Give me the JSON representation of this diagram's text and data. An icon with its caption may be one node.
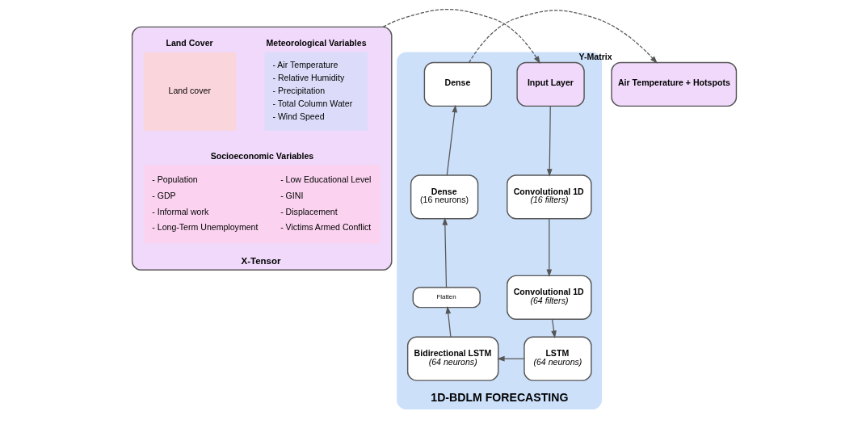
{
  "diagram": {
    "nodes": [
      {
        "text": [
          "X-Tensor"
        ]
      },
      {
        "text": [
          "Meteorological Variables",
          "- Air Temperature",
          "- Relative Humidity",
          "- Precipitation",
          "- Total Column Water",
          "- Wind Speed"
        ],
        "in": 0
      },
      {
        "text": [
          "Land Cover",
          "Land cover"
        ],
        "in": 0
      },
      {
        "text": [
          "Socioeconomic Variables",
          "- Population",
          "- GDP",
          "- Informal work",
          "- Long-Term Unemployment",
          "- Low Educational Level",
          "- GINI",
          "- Displacement",
          "- Victims Armed Conflict"
        ],
        "in": 0
      },
      {
        "text": [
          "1D-BDLM FORECASTING"
        ]
      },
      {
        "text": [
          "Input Layer"
        ],
        "in": 4
      },
      {
        "text": [
          "Convolutional 1D",
          "(16 filters)"
        ],
        "in": 4
      },
      {
        "text": [
          "Convolutional 1D",
          "(64 filters)"
        ],
        "in": 4
      },
      {
        "text": [
          "LSTM",
          "(64 neurons)"
        ],
        "in": 4
      },
      {
        "text": [
          "Bidirectional LSTM",
          "(64 neurons)"
        ],
        "in": 4
      },
      {
        "text": [
          "Flatten"
        ],
        "in": 4
      },
      {
        "text": [
          "Dense",
          "(16 neurons)"
        ],
        "in": 4
      },
      {
        "text": [
          "Dense"
        ],
        "in": 4
      },
      {
        "text": [
          "Air Temperature + Hotspots"
        ],
        "beside": [
          "Y-Matrix"
        ]
      }
    ],
    "edges": [
      {
        "from": 0,
        "to": 5,
        "arrow": "to",
        "style": "dashed"
      },
      {
        "from": 5,
        "to": 6,
        "arrow": "to"
      },
      {
        "from": 6,
        "to": 7,
        "arrow": "to"
      },
      {
        "from": 7,
        "to": 8,
        "arrow": "to"
      },
      {
        "from": 8,
        "to": 9,
        "arrow": "to"
      },
      {
        "from": 9,
        "to": 10,
        "arrow": "to"
      },
      {
        "from": 10,
        "to": 11,
        "arrow": "to"
      },
      {
        "from": 11,
        "to": 12,
        "arrow": "to"
      },
      {
        "from": 12,
        "to": 13,
        "arrow": "to",
        "style": "dashed"
      }
    ]
  }
}
